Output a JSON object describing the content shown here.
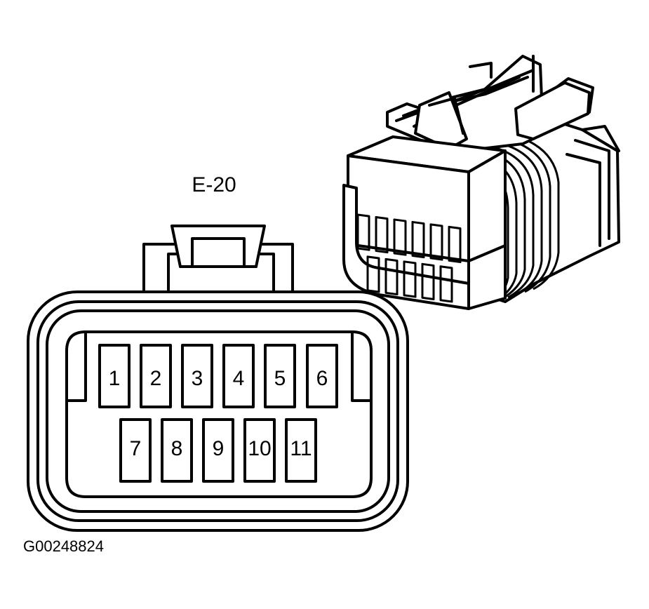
{
  "connector_label": "E-20",
  "figure_id": "G00248824",
  "pins_top_row": [
    "1",
    "2",
    "3",
    "4",
    "5",
    "6"
  ],
  "pins_bottom_row": [
    "7",
    "8",
    "9",
    "10",
    "11"
  ]
}
